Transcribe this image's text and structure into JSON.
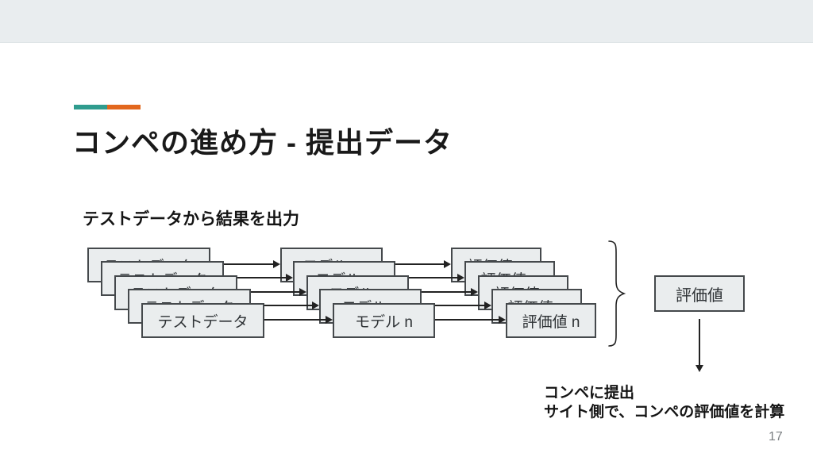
{
  "slide": {
    "title": "コンペの進め方 - 提出データ",
    "subtitle": "テストデータから結果を出力",
    "caption": {
      "line1": "コンペに提出",
      "line2": "サイト側で、コンペの評価値を計算"
    },
    "page_number": "17",
    "accent_colors": {
      "teal": "#2f9c8e",
      "orange": "#e2671d"
    }
  },
  "diagram": {
    "stacks": [
      {
        "id": "test-data",
        "label": "テストデータ",
        "layers": 5
      },
      {
        "id": "model",
        "label": "モデル n",
        "layers": 5
      },
      {
        "id": "score",
        "label": "評価値 n",
        "layers": 5
      }
    ],
    "result_box_label": "評価値",
    "box_fill": "#eaedee",
    "box_border": "#45494c"
  }
}
